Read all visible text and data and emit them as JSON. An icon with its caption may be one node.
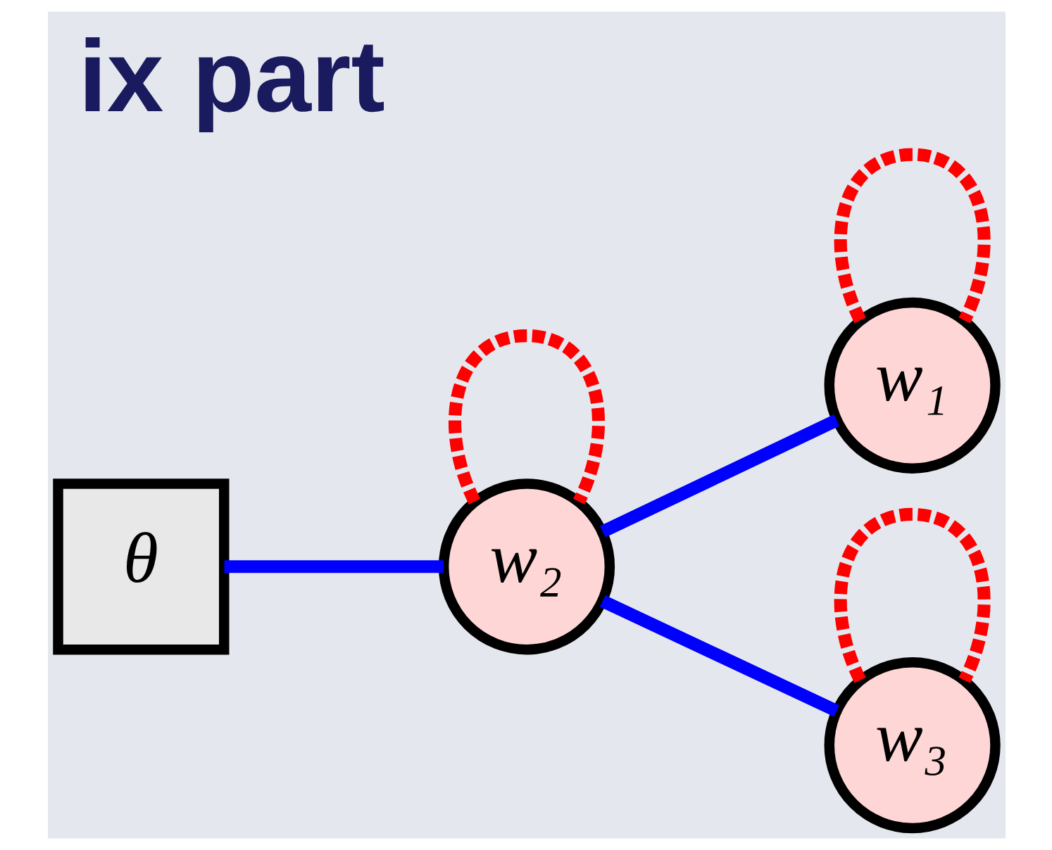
{
  "diagram": {
    "title": "ix part",
    "nodes": [
      {
        "text": [
          "θ"
        ]
      },
      {
        "text": [
          "w₁"
        ]
      },
      {
        "text": [
          "w₂"
        ]
      },
      {
        "text": [
          "w₃"
        ]
      }
    ],
    "edges": [
      {
        "from": 0,
        "to": 2,
        "arrow": "none",
        "color": "#0000ff"
      },
      {
        "from": 2,
        "to": 1,
        "arrow": "none",
        "color": "#0000ff"
      },
      {
        "from": 2,
        "to": 3,
        "arrow": "none",
        "color": "#0000ff"
      },
      {
        "from": 1,
        "to": 1,
        "arrow": "none",
        "style": "dashed",
        "color": "#ff0000"
      },
      {
        "from": 2,
        "to": 2,
        "arrow": "none",
        "style": "dashed",
        "color": "#ff0000"
      },
      {
        "from": 3,
        "to": 3,
        "arrow": "none",
        "style": "dashed",
        "color": "#ff0000"
      }
    ]
  }
}
